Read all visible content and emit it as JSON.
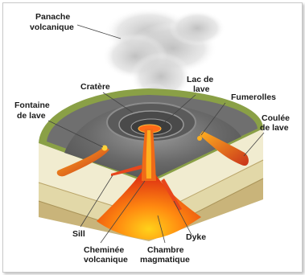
{
  "labels": {
    "panache": [
      "Panache",
      "volcanique"
    ],
    "cratere": [
      "Cratère"
    ],
    "lac": [
      "Lac de",
      "lave"
    ],
    "fumerolles": [
      "Fumerolles"
    ],
    "fontaine": [
      "Fontaine",
      "de lave"
    ],
    "coulee": [
      "Coulée",
      "de lave"
    ],
    "sill": [
      "Sill"
    ],
    "cheminee": [
      "Cheminée",
      "volcanique"
    ],
    "chambre": [
      "Chambre",
      "magmatique"
    ],
    "dyke": [
      "Dyke"
    ]
  },
  "colors": {
    "grass": "#8aa046",
    "rock_top": "#6d6d6d",
    "crater": "#4a4a4a",
    "layer_light": "#f1ecd0",
    "layer_mid": "#e2d8a8",
    "layer_dark": "#c9b47a",
    "lava": "#e8471c",
    "lava_bright": "#ffb020",
    "smoke": "#cfcfcf"
  }
}
